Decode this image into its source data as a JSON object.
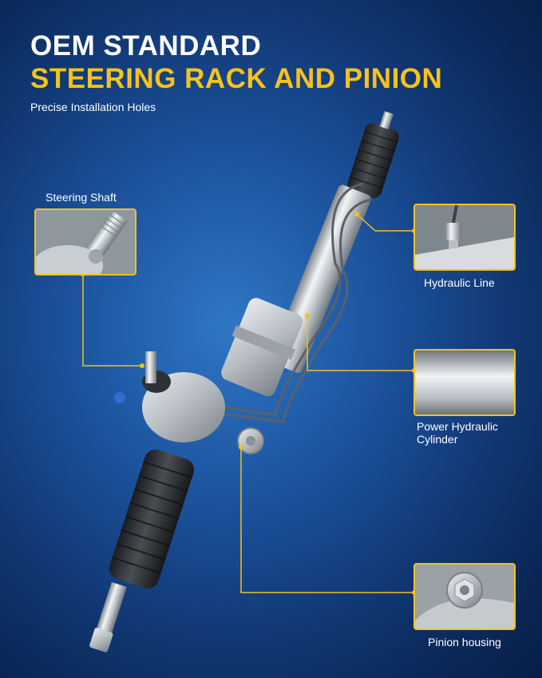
{
  "header": {
    "title_line1": "OEM STANDARD",
    "title_line2": "STEERING RACK AND PINION",
    "subtitle": "Precise Installation Holes"
  },
  "callouts": {
    "steering_shaft": "Steering Shaft",
    "hydraulic_line": "Hydraulic Line",
    "power_cylinder": "Power Hydraulic Cylinder",
    "pinion_housing": "Pinion housing"
  },
  "colors": {
    "accent_yellow": "#f2c21c",
    "background_blue": "#1f5aa6",
    "metal_silver": "#c9ced3",
    "boot_black": "#2a2d30"
  }
}
